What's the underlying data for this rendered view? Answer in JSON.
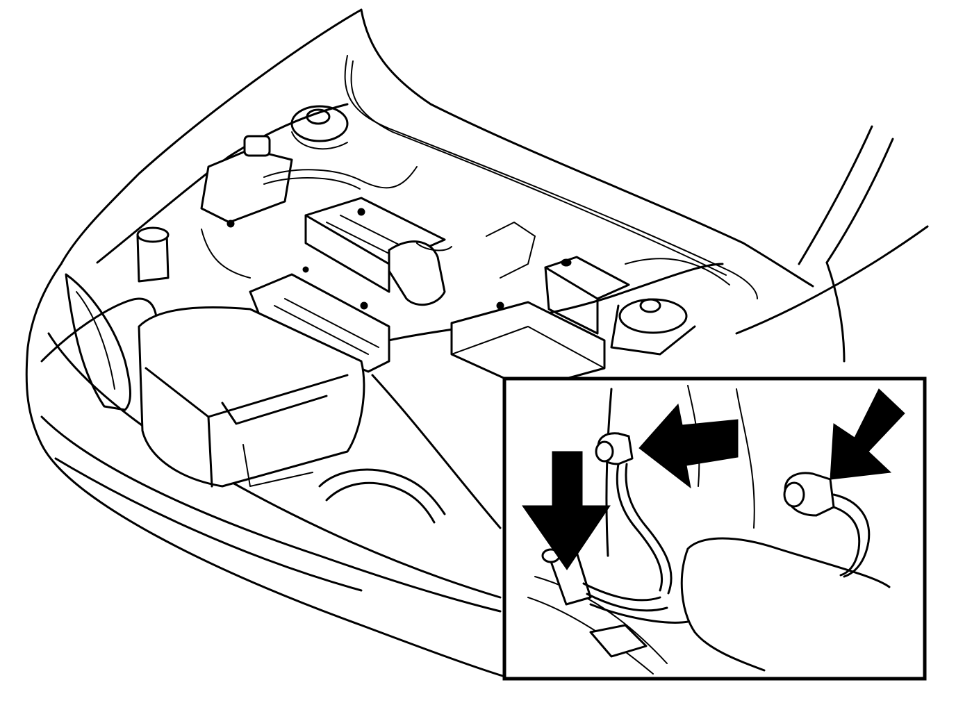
{
  "colors": {
    "ink": "#000000",
    "paper": "#ffffff"
  },
  "illustration": {
    "subject_icon": "engine-bay-line-drawing",
    "inset_icon": "knock-sensor-detail",
    "arrow_icon": "pointer-arrow",
    "arrow_count": 3
  }
}
